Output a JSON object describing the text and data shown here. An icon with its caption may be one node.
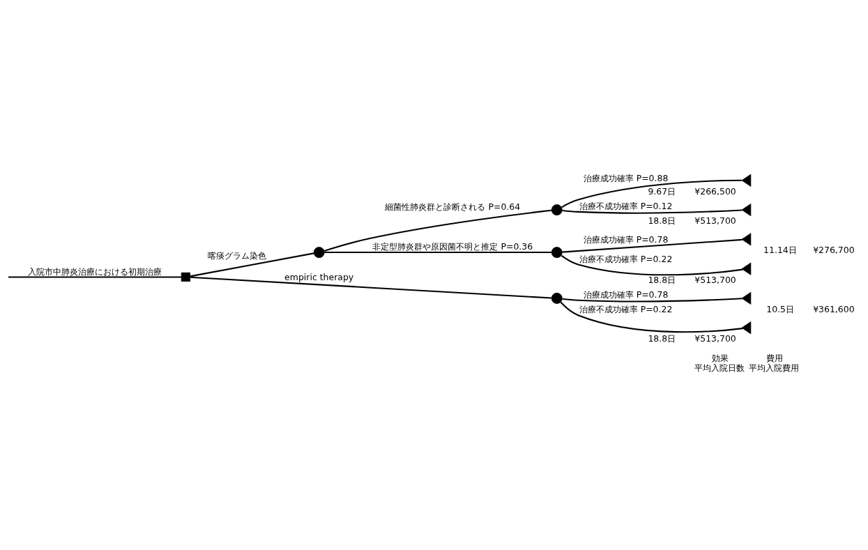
{
  "diagram": {
    "nodes": [
      {
        "text": [],
        "shape": "box"
      },
      {
        "text": [],
        "shape": "circle"
      },
      {
        "text": [],
        "shape": "circle"
      },
      {
        "text": [],
        "shape": "triangle",
        "beside": [
          "9.67日",
          "¥266,500"
        ]
      },
      {
        "text": [],
        "shape": "triangle",
        "beside": [
          "18.8日",
          "¥513,700"
        ]
      },
      {
        "text": [],
        "shape": "circle"
      },
      {
        "text": [],
        "shape": "triangle",
        "beside": [
          "11.14日",
          "¥276,700"
        ]
      },
      {
        "text": [],
        "shape": "triangle",
        "beside": [
          "18.8日",
          "¥513,700"
        ]
      },
      {
        "text": [],
        "shape": "circle"
      },
      {
        "text": [],
        "shape": "triangle",
        "beside": [
          "10.5日",
          "¥361,600"
        ]
      },
      {
        "text": [],
        "shape": "triangle",
        "beside": [
          "18.8日",
          "¥513,700"
        ]
      }
    ],
    "edges": [
      {
        "from": null,
        "to": 0,
        "arrow": "none",
        "label": "入院市中肺炎治療における初期治療"
      },
      {
        "from": 0,
        "to": 1,
        "arrow": "none",
        "label": "喀痰グラム染色"
      },
      {
        "from": 1,
        "to": 2,
        "arrow": "none",
        "label": "細菌性肺炎群と診断される P=0.64"
      },
      {
        "from": 2,
        "to": 3,
        "arrow": "none",
        "label": "治療成功確率 P=0.88"
      },
      {
        "from": 2,
        "to": 4,
        "arrow": "none",
        "label": "治療不成功確率 P=0.12"
      },
      {
        "from": 1,
        "to": 5,
        "arrow": "none",
        "label": "非定型肺炎群や原因菌不明と推定 P=0.36"
      },
      {
        "from": 5,
        "to": 6,
        "arrow": "none",
        "label": "治療成功確率 P=0.78"
      },
      {
        "from": 5,
        "to": 7,
        "arrow": "none",
        "label": "治療不成功確率 P=0.22"
      },
      {
        "from": 0,
        "to": 8,
        "arrow": "none",
        "label": "empiric therapy"
      },
      {
        "from": 8,
        "to": 9,
        "arrow": "none",
        "label": "治療成功確率 P=0.78"
      },
      {
        "from": 8,
        "to": 10,
        "arrow": "none",
        "label": "治療不成功確率 P=0.22"
      }
    ],
    "labels": [
      "効果",
      "平均入院日数",
      "費用",
      "平均入院費用"
    ]
  }
}
